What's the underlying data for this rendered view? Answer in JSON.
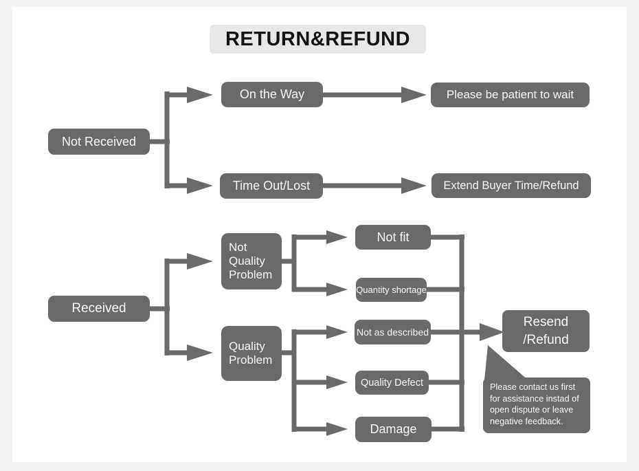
{
  "colors": {
    "page_background": "#f5f5f5",
    "panel_background": "#ffffff",
    "node_fill": "#6a6a6a",
    "node_text": "#f6f6f6",
    "title_background": "#e8e8e8",
    "title_text": "#141414"
  },
  "title": "RETURN&REFUND",
  "flowchart": {
    "not_received_branch": {
      "root": "Not Received",
      "children": [
        {
          "label": "On the Way",
          "outcome": "Please be patient to wait"
        },
        {
          "label": "Time Out/Lost",
          "outcome": "Extend Buyer Time/Refund"
        }
      ]
    },
    "received_branch": {
      "root": "Received",
      "children": [
        {
          "label": "Not Quality Problem",
          "reasons": [
            "Not fit",
            "Quantity shortage"
          ]
        },
        {
          "label": "Quality Problem",
          "reasons": [
            "Not as described",
            "Quality Defect",
            "Damage"
          ]
        }
      ],
      "outcome": "Resend /Refund",
      "note": "Please contact us first for assistance instad of open dispute or leave negative feedback."
    }
  }
}
